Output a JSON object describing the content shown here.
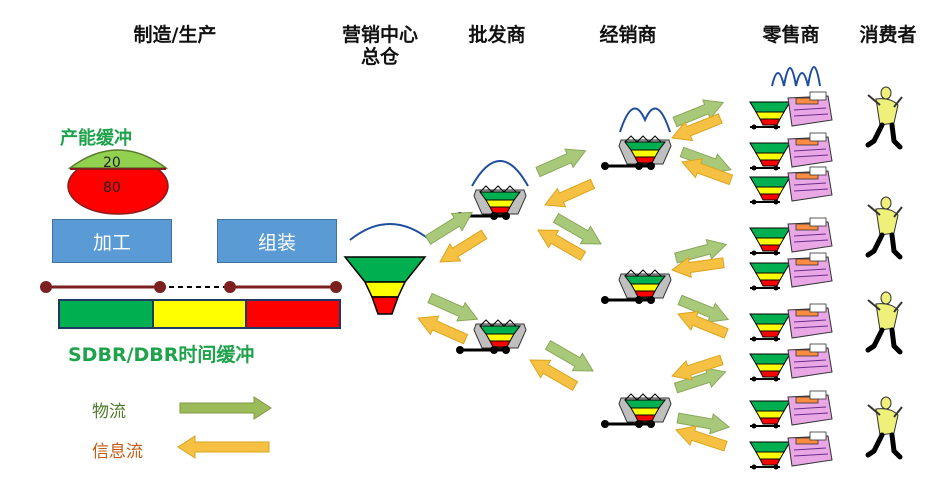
{
  "headers": {
    "manufacturing": "制造/生产",
    "dc_line1": "营销中心",
    "dc_line2": "总仓",
    "wholesaler": "批发商",
    "distributor": "经销商",
    "retailer": "零售商",
    "consumer": "消费者"
  },
  "capacity_buffer": {
    "label": "产能缓冲",
    "top_value": "20",
    "bottom_value": "80"
  },
  "process": {
    "machining": "加工",
    "assembly": "组装"
  },
  "time_buffer_label": "SDBR/DBR时间缓冲",
  "legend": {
    "material_flow": "物流",
    "info_flow": "信息流"
  },
  "colors": {
    "buffer_green": "#00b050",
    "buffer_yellow": "#ffff00",
    "buffer_red": "#ff0000",
    "material_arrow": "#9bbb59",
    "info_arrow": "#f6c142",
    "process_box": "#5b9bd5",
    "label_green": "#1ea34a",
    "label_material": "#4f7a28",
    "label_info": "#c55a11"
  }
}
